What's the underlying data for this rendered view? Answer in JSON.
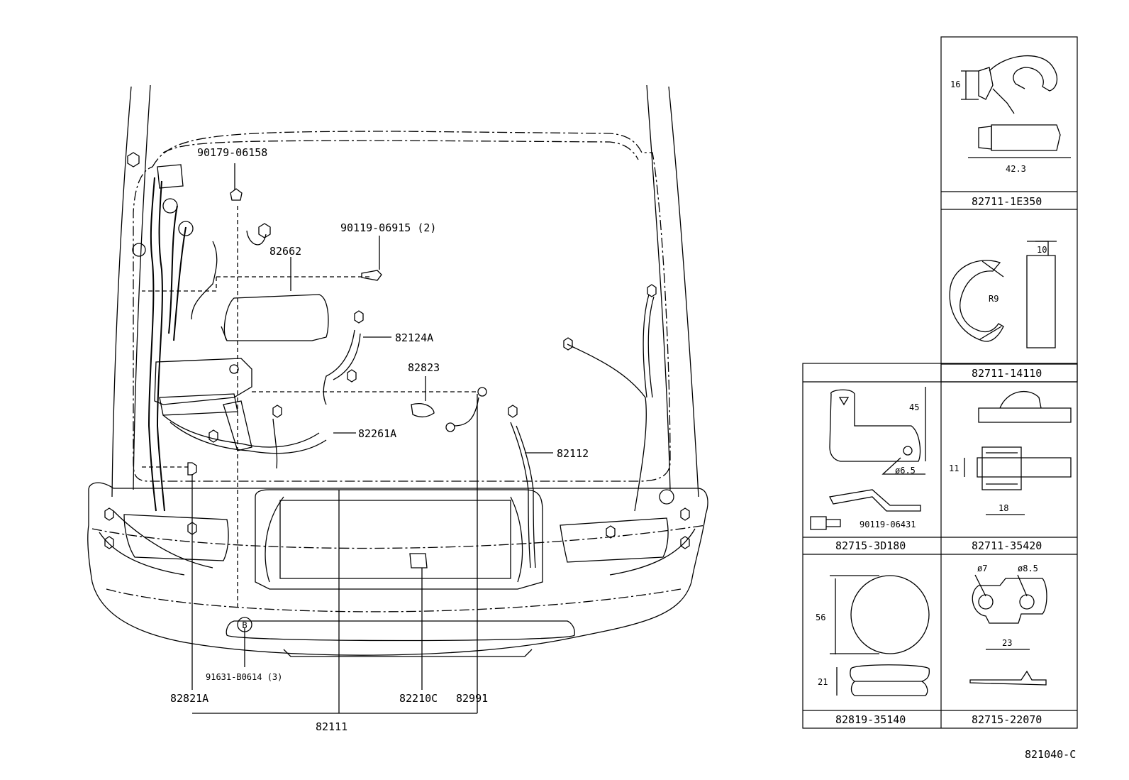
{
  "diagram": {
    "code": "821040-C",
    "callouts": {
      "p90179": "90179-06158",
      "p90119a": "90119-06915 (2)",
      "p82662": "82662",
      "p82124A": "82124A",
      "p82823": "82823",
      "p82261A": "82261A",
      "p82112": "82112",
      "p91631": "91631-B0614 (3)",
      "p82821A": "82821A",
      "p82210C": "82210C",
      "p82991": "82991",
      "p82111": "82111",
      "marker_b": "B"
    },
    "detail_panels": [
      {
        "part": "82711-1E350",
        "dims": [
          "16",
          "42.3"
        ]
      },
      {
        "part": "82711-14110",
        "dims": [
          "10",
          "R9"
        ]
      },
      {
        "part": "82715-3D180",
        "dims": [
          "45",
          "ø6.5"
        ],
        "sub_part": "90119-06431"
      },
      {
        "part": "82711-35420",
        "dims": [
          "11",
          "18"
        ]
      },
      {
        "part": "82819-35140",
        "dims": [
          "56",
          "21"
        ]
      },
      {
        "part": "82715-22070",
        "dims": [
          "ø7",
          "ø8.5",
          "23"
        ]
      }
    ]
  }
}
